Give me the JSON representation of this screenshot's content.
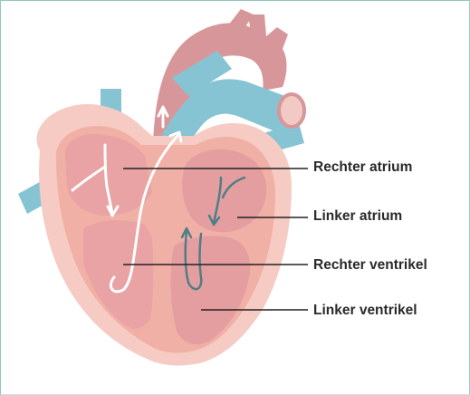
{
  "labels": {
    "right_atrium": "Rechter atrium",
    "left_atrium": "Linker atrium",
    "right_ventricle": "Rechter ventrikel",
    "left_ventricle": "Linker ventrikel"
  },
  "colors": {
    "vein_blue": "#86c4d4",
    "artery_pink": "#d7979a",
    "heart_outer": "#f6cbc3",
    "heart_inner": "#f1b0a6",
    "chamber_right": "#e9a3a4",
    "chamber_left": "#e49ea0",
    "leader_line": "#222222",
    "flow_arrow_right": "#ffffff",
    "flow_arrow_left": "#4f7e86"
  }
}
